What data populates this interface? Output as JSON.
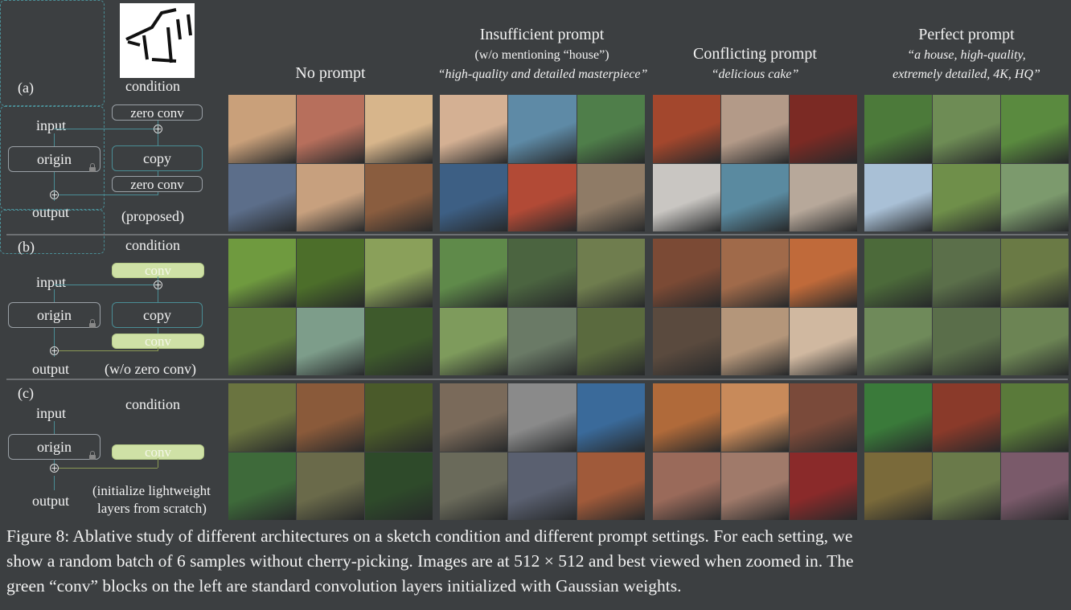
{
  "figure": {
    "sketch_label": "condition",
    "columns": [
      {
        "title": "No prompt",
        "subtitle": "",
        "quote": ""
      },
      {
        "title": "Insufficient prompt",
        "subtitle": "(w/o mentioning “house”)",
        "quote": "“high-quality and detailed masterpiece”"
      },
      {
        "title": "Conflicting prompt",
        "subtitle": "",
        "quote": "“delicious cake”"
      },
      {
        "title": "Perfect prompt",
        "subtitle": "",
        "quote": "“a house, high-quality, extremely detailed, 4K, HQ”"
      }
    ],
    "perfect_quote_line1": "“a house, high-quality,",
    "perfect_quote_line2": "extremely detailed, 4K, HQ”",
    "rows": [
      {
        "letter": "(a)",
        "input": "input",
        "output": "output",
        "origin": "origin",
        "condition": "condition",
        "zero_conv_top": "zero conv",
        "copy": "copy",
        "zero_conv_bottom": "zero conv",
        "note": "(proposed)"
      },
      {
        "letter": "(b)",
        "input": "input",
        "output": "output",
        "origin": "origin",
        "condition": "condition",
        "conv_top": "conv",
        "copy": "copy",
        "conv_bottom": "conv",
        "note": "(w/o zero conv)"
      },
      {
        "letter": "(c)",
        "input": "input",
        "output": "output",
        "origin": "origin",
        "condition": "condition",
        "conv": "conv",
        "note_line1": "(initialize lightweight",
        "note_line2": "layers from scratch)"
      }
    ]
  },
  "caption": {
    "line1": "Figure 8: Ablative study of different architectures on a sketch condition and different prompt settings. For each setting, we",
    "line2": "show a random batch of 6 samples without cherry-picking. Images are at 512 × 512 and best viewed when zoomed in. The",
    "line3": "green “conv” blocks on the left are standard convolution layers initialized with Gaussian weights."
  },
  "colors": {
    "background": "#3c3f41",
    "accent_line": "#4a8d95",
    "conv_block": "#cfe1a6"
  },
  "tiles": {
    "a": [
      [
        "#c9a07a",
        "#b76f5c",
        "#d7b58b",
        "#5c6e8a",
        "#c7a07e",
        "#8a5d3f"
      ],
      [
        "#d4b093",
        "#5e8aa6",
        "#4f7e4a",
        "#3d5f84",
        "#b24a36",
        "#8f7b66"
      ],
      [
        "#a3472d",
        "#b39a88",
        "#7b2a24",
        "#c9c6c2",
        "#5a8aa0",
        "#b7a89a"
      ],
      [
        "#4c7a3a",
        "#6e8c55",
        "#5a8a3f",
        "#a9c0d6",
        "#6f8f4a",
        "#7c9a6d"
      ]
    ],
    "b": [
      [
        "#6f9a3f",
        "#4c6e2a",
        "#8aa05a",
        "#5d7a3a",
        "#7d9d8a",
        "#3e5a2c"
      ],
      [
        "#5f8a4a",
        "#4b6440",
        "#6f7d4e",
        "#7e9b5c",
        "#6a7a66",
        "#5a6a3e"
      ],
      [
        "#7b4a35",
        "#a06a4a",
        "#c06a3a",
        "#5a4a3e",
        "#b4967a",
        "#d0b8a0"
      ],
      [
        "#4c6a3a",
        "#5b6f4a",
        "#6a7a45",
        "#6f8a5a",
        "#5a6e4a",
        "#6c8454"
      ]
    ],
    "c": [
      [
        "#6a7440",
        "#8a5a3a",
        "#4a5a2a",
        "#3e6a3a",
        "#6a6a4a",
        "#2e4a2a"
      ],
      [
        "#7a6a5a",
        "#8a8a8a",
        "#3a6a9a",
        "#6a6a5a",
        "#5a6070",
        "#a05a3a"
      ],
      [
        "#b06a3a",
        "#c88a5a",
        "#7a4a3a",
        "#9a6a5a",
        "#a07a6a",
        "#8a2a2a"
      ],
      [
        "#3a7a3a",
        "#8a3a2a",
        "#5a7a3a",
        "#7a6a3a",
        "#6a7a4a",
        "#7a5a6a"
      ]
    ]
  }
}
